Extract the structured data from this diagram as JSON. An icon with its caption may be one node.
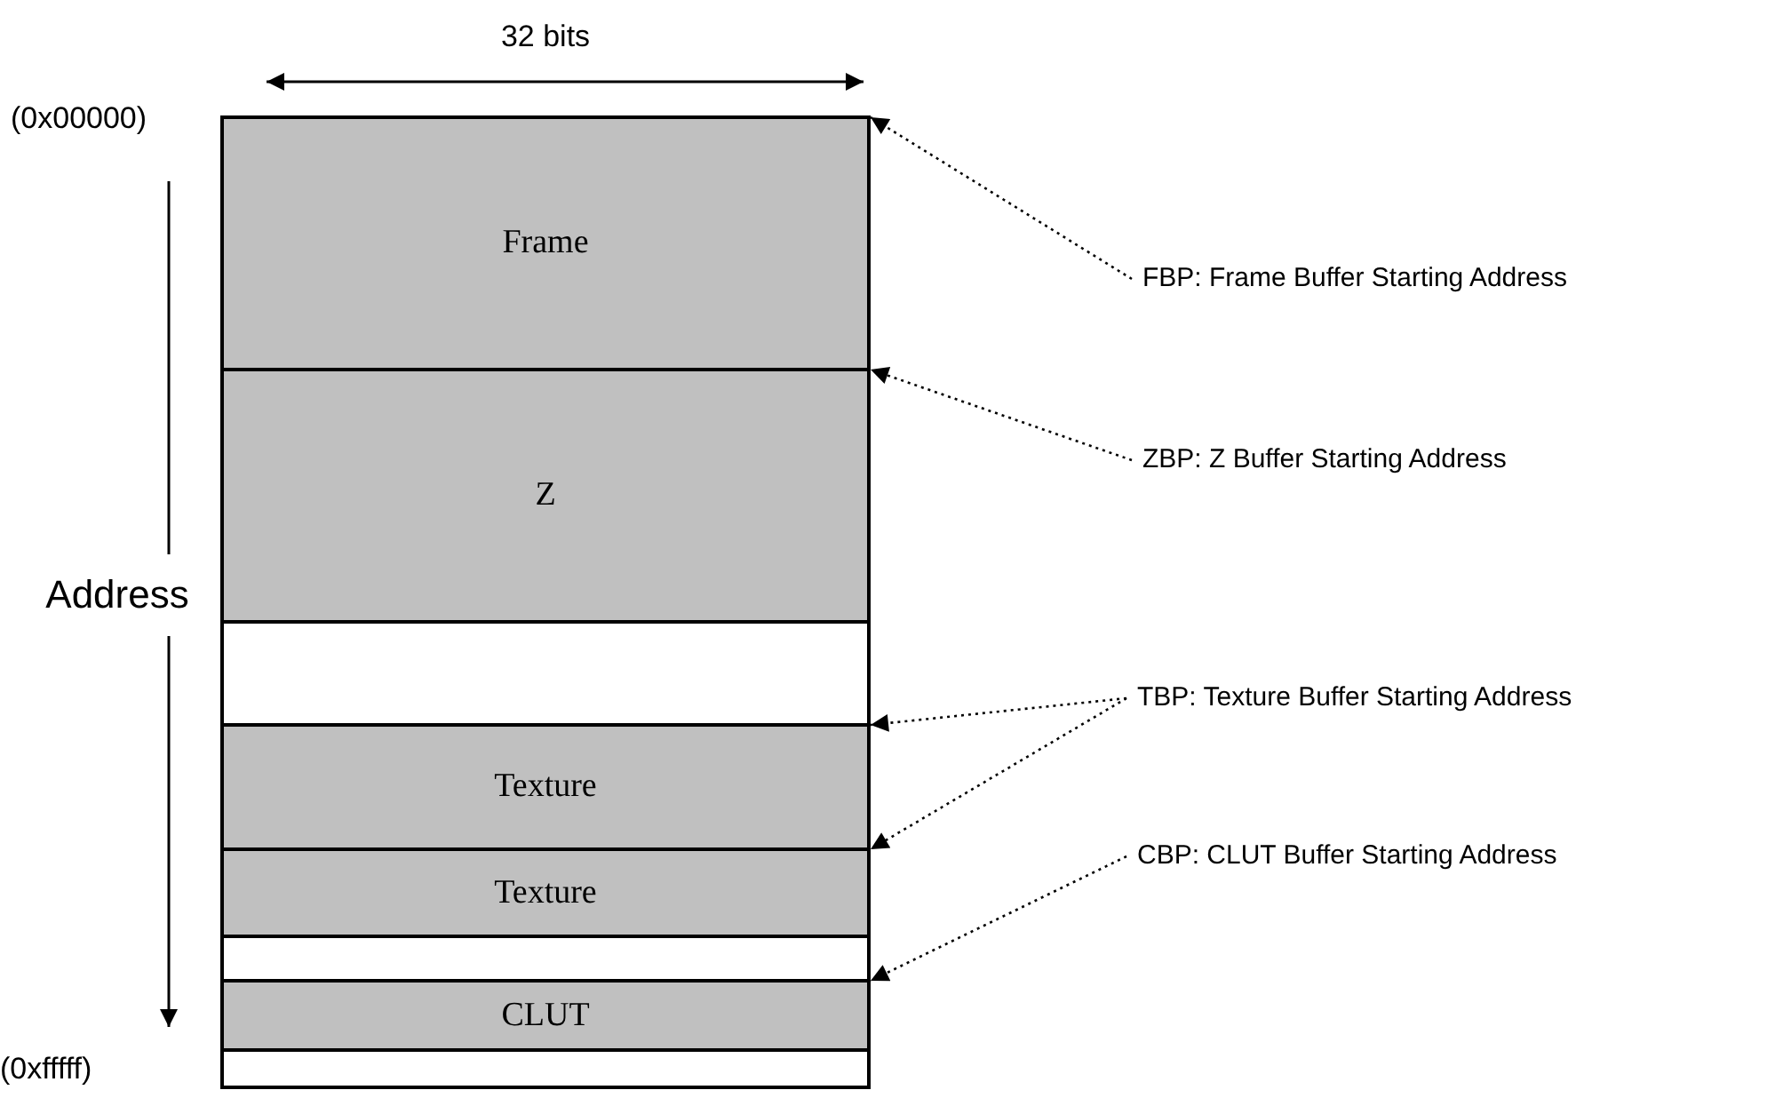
{
  "diagram": {
    "nodes": [
      {
        "text": [
          "Frame"
        ]
      },
      {
        "text": [
          "Z"
        ]
      },
      {
        "text": [],
        "shape": "box"
      },
      {
        "text": [
          "Texture"
        ]
      },
      {
        "text": [
          "Texture"
        ]
      },
      {
        "text": [],
        "shape": "box"
      },
      {
        "text": [
          "CLUT"
        ]
      },
      {
        "text": [],
        "shape": "box"
      },
      {
        "text": [
          "FBP: Frame Buffer Starting Address"
        ]
      },
      {
        "text": [
          "ZBP: Z Buffer Starting Address"
        ]
      },
      {
        "text": [
          "TBP: Texture Buffer Starting Address"
        ]
      },
      {
        "text": [
          "CBP: CLUT Buffer Starting Address"
        ]
      }
    ],
    "edges": [
      {
        "from": 8,
        "to": 0,
        "arrow": "to"
      },
      {
        "from": 9,
        "to": 1,
        "arrow": "to"
      },
      {
        "from": 10,
        "to": 3,
        "arrow": "to"
      },
      {
        "from": 10,
        "to": 4,
        "arrow": "to"
      },
      {
        "from": 11,
        "to": 6,
        "arrow": "to"
      }
    ],
    "labels": [
      "32 bits",
      "(0x00000)",
      "Address",
      "(0xfffff)"
    ]
  }
}
